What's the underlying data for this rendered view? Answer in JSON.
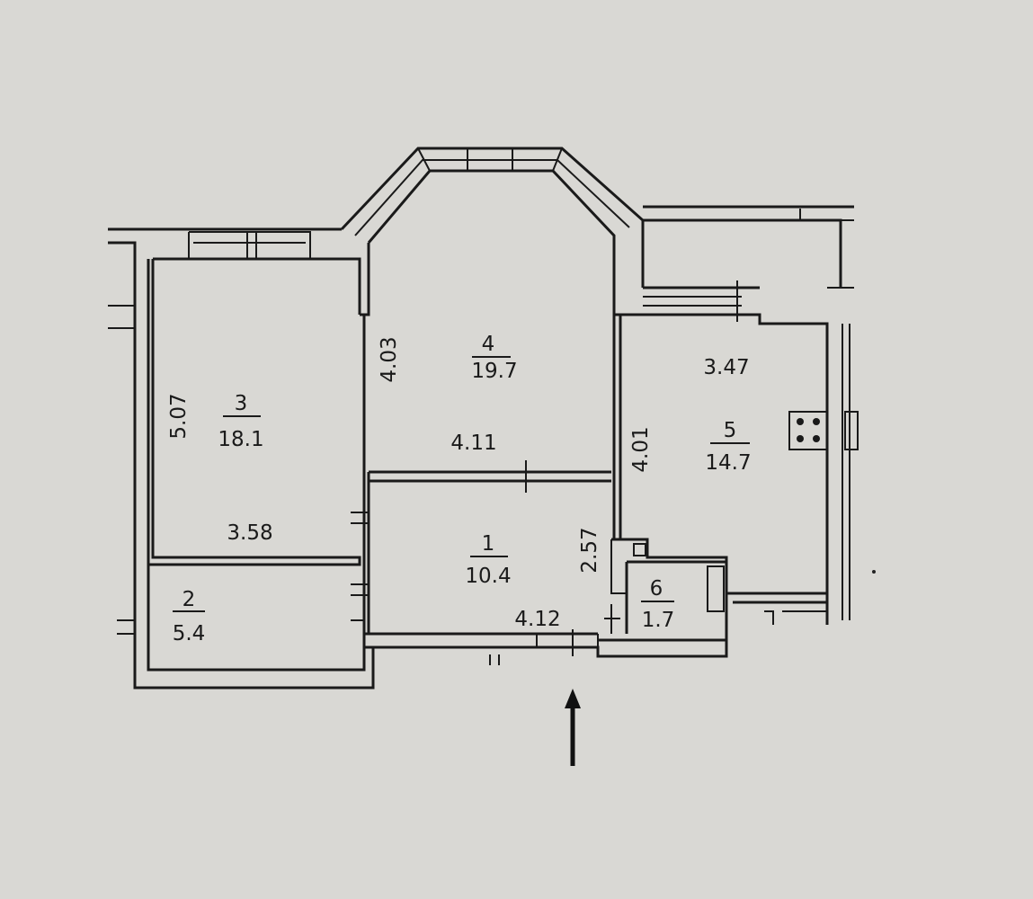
{
  "rooms": [
    {
      "number": "1",
      "area": "10.4"
    },
    {
      "number": "2",
      "area": "5.4"
    },
    {
      "number": "3",
      "area": "18.1"
    },
    {
      "number": "4",
      "area": "19.7"
    },
    {
      "number": "5",
      "area": "14.7"
    },
    {
      "number": "6",
      "area": "1.7"
    }
  ],
  "dimensions": {
    "room3_height": "5.07",
    "room3_width": "3.58",
    "room4_height": "4.03",
    "room4_width": "4.11",
    "room5_height": "4.01",
    "room5_width": "3.47",
    "room1_height": "2.57",
    "room1_width": "4.12"
  },
  "entrance_arrow": "arrow-up-icon"
}
